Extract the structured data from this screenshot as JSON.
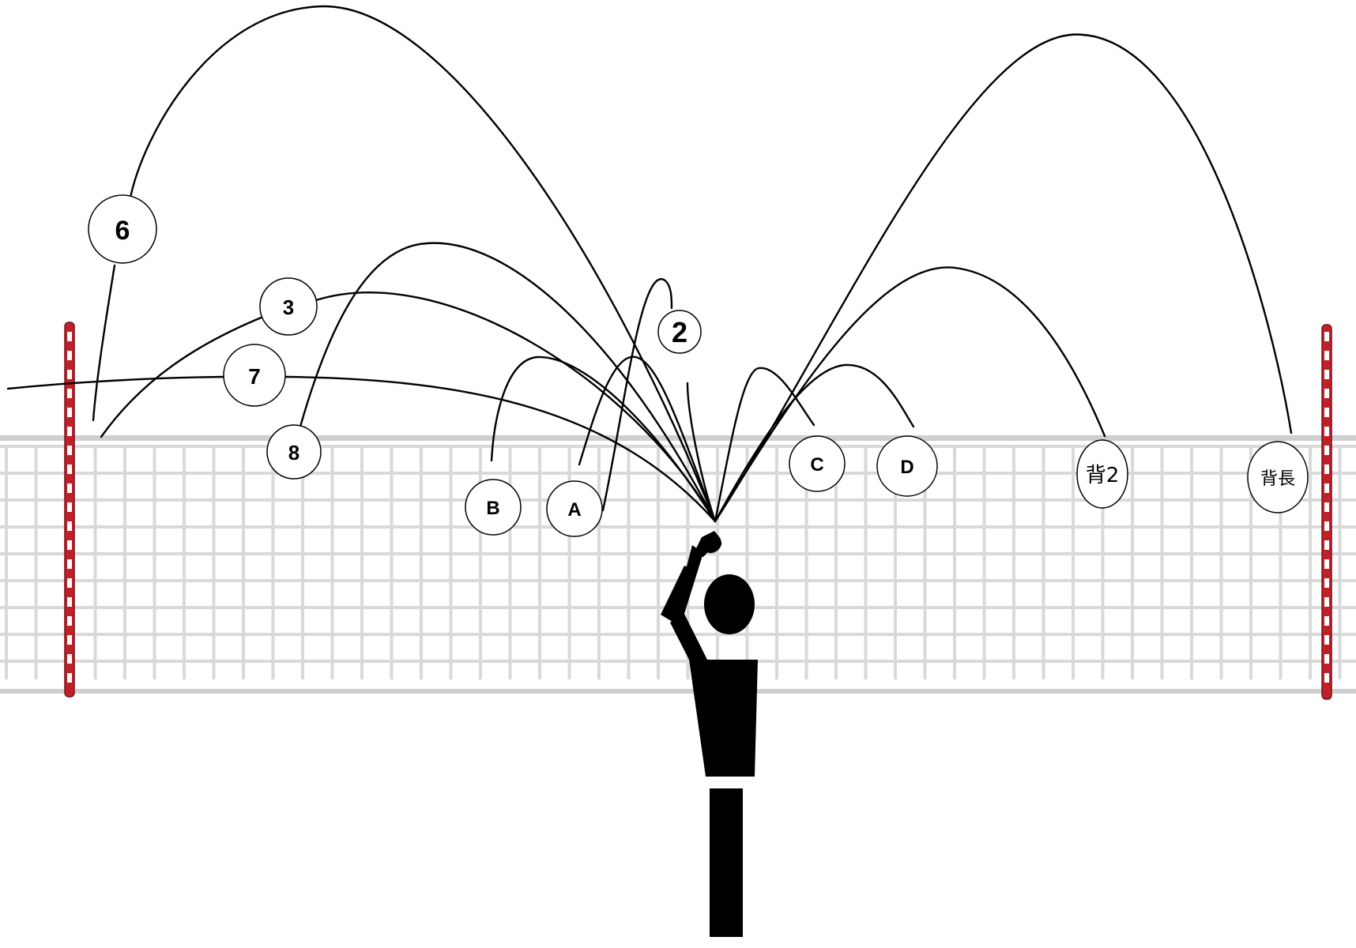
{
  "diagram": {
    "labels": {
      "l6": "6",
      "l3": "3",
      "l7": "7",
      "l8": "8",
      "l2": "2",
      "lB": "B",
      "lA": "A",
      "lC": "C",
      "lD": "D",
      "lBack2": "背2",
      "lBackLong": "背長"
    },
    "colors": {
      "trajectory": "#000000",
      "net_line": "#d6d6d6",
      "net_band": "#cfcfcf",
      "antenna_red": "#c0202a",
      "antenna_white": "#ffffff",
      "silhouette": "#000000",
      "circle_fill": "#ffffff",
      "circle_stroke": "#000000"
    },
    "icons": {
      "setter": "setter-silhouette-icon",
      "antenna": "antenna-icon",
      "net": "volleyball-net-icon"
    }
  }
}
